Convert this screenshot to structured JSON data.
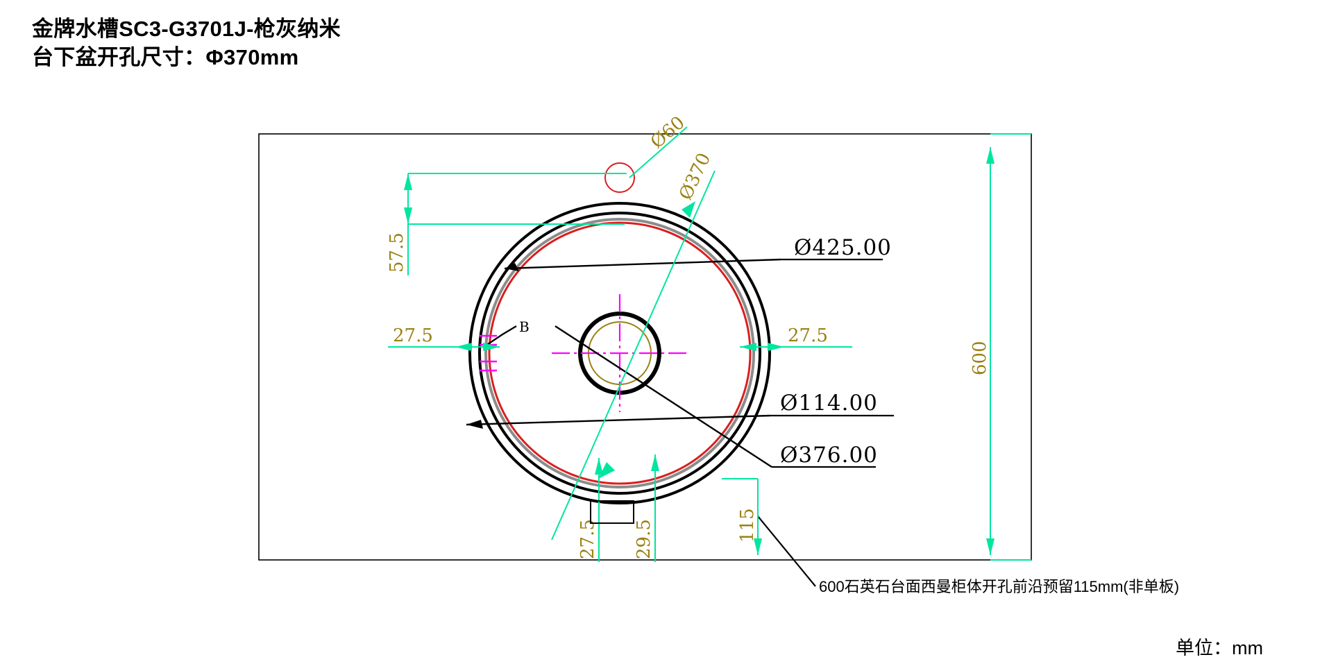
{
  "header": {
    "title_line1": "金牌水槽SC3-G3701J-枪灰纳米",
    "title_line2": "台下盆开孔尺寸：Φ370mm"
  },
  "footer": {
    "unit_note": "单位：mm"
  },
  "drawing": {
    "note_bottom": "600石英石台面西曼柜体开孔前沿预留115mm(非单板)",
    "section_label": "B",
    "colors": {
      "dimension_line": "#00e5a0",
      "dimension_text": "#9a8113",
      "center_line": "#ff00ff",
      "outer_ring": "#000000",
      "red_ring": "#d91f1f",
      "gray_ring": "#8c8c8c",
      "olive_circle": "#9a8113",
      "leader_line": "#000000",
      "countertop_outline": "#000000"
    },
    "labels": {
      "dia_425": "Ø425.00",
      "dia_114": "Ø114.00",
      "dia_376": "Ø376.00",
      "dia_60": "Ø60",
      "dia_370": "Ø370",
      "dim_575": "57.5",
      "dim_275_left": "27.5",
      "dim_275_right": "27.5",
      "dim_275_bottom": "27.5",
      "dim_295_bottom": "29.5",
      "dim_115": "115",
      "dim_600": "600"
    }
  }
}
